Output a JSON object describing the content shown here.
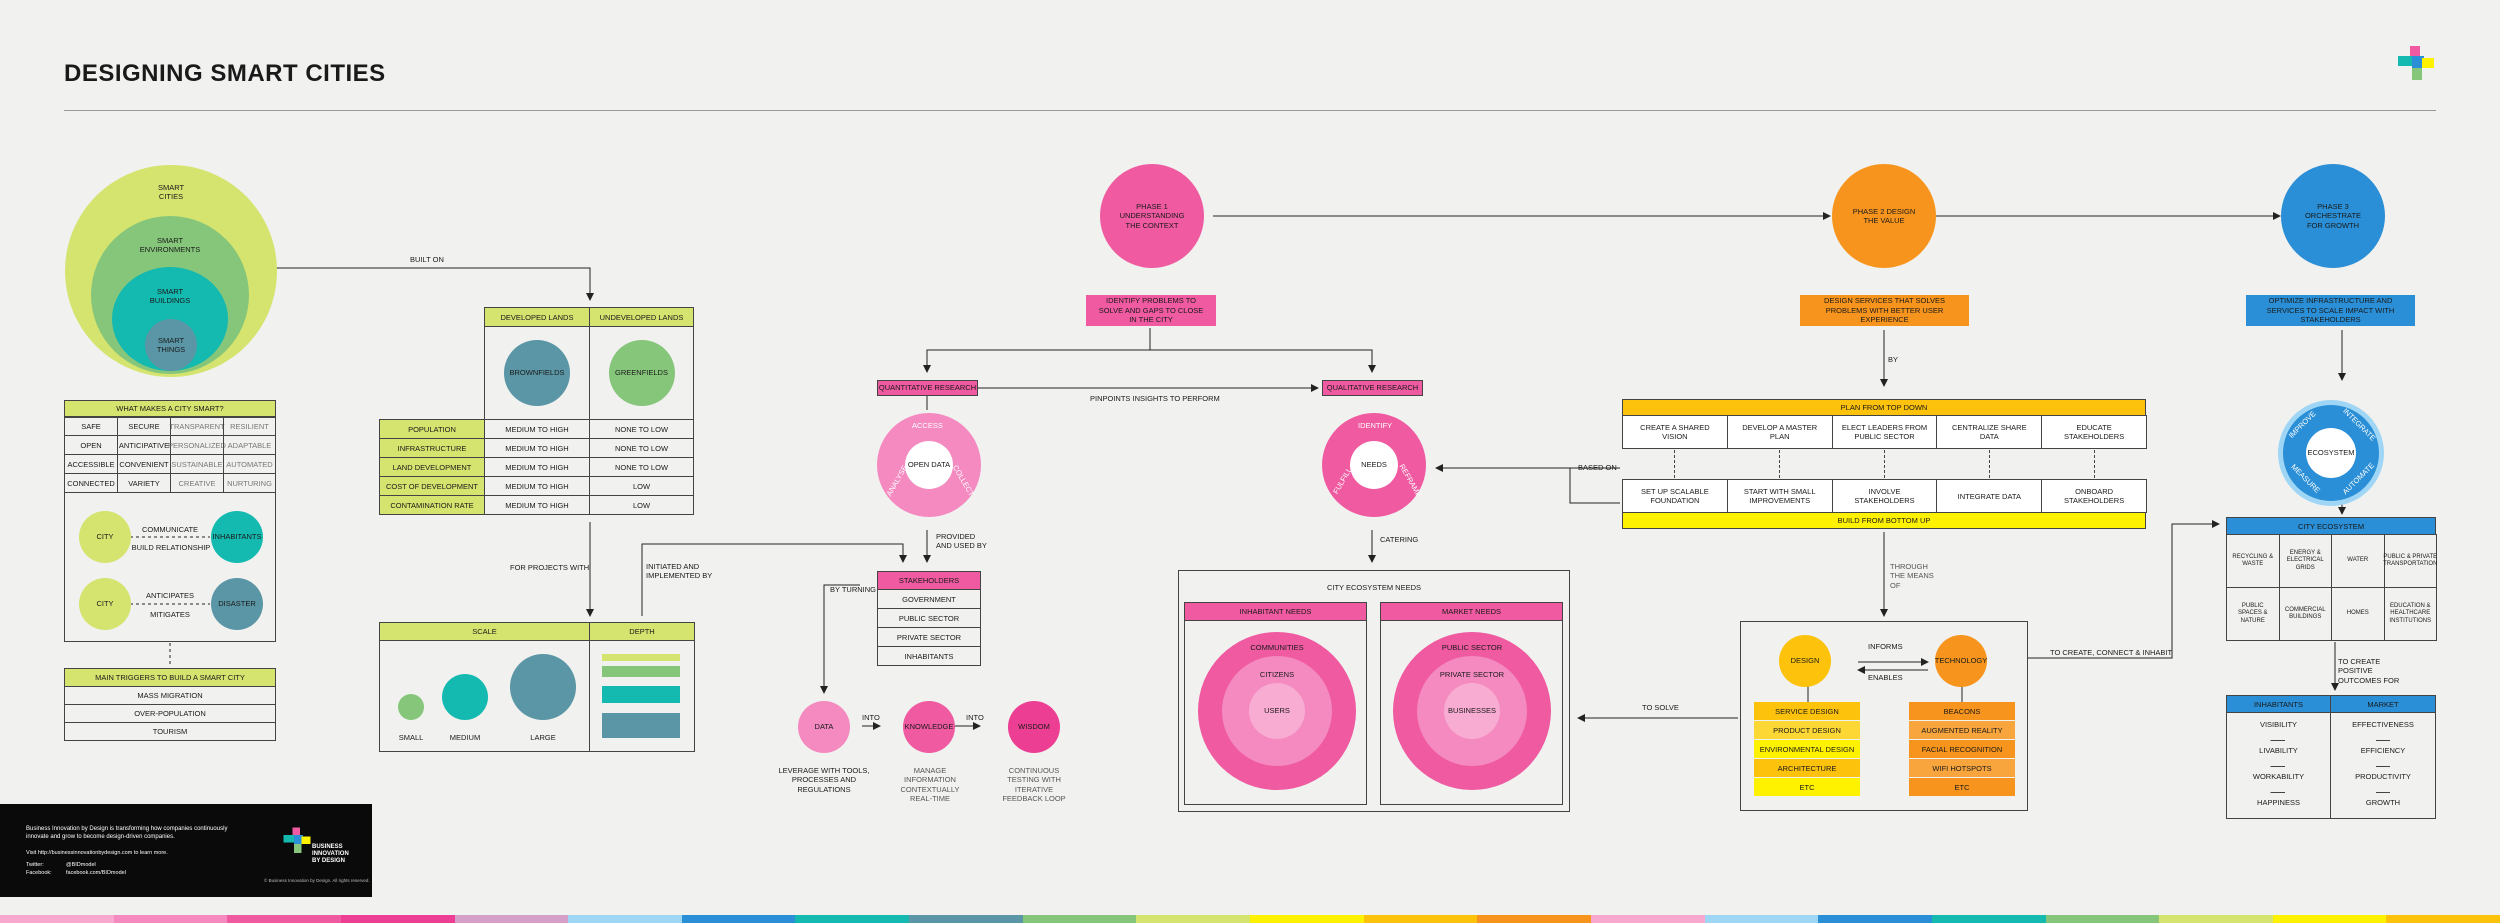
{
  "title": "DESIGNING SMART CITIES",
  "colors": {
    "lime": "#d5e46f",
    "green": "#86c67a",
    "teal": "#14b9b0",
    "slate": "#5a96a6",
    "pink": "#ef5aa1",
    "orange": "#f7941d",
    "blue": "#2a8fd6",
    "yellow": "#fff200",
    "gold": "#fcc20c"
  },
  "nested": {
    "l1": "SMART CITIES",
    "l2": "SMART ENVIRONMENTS",
    "l3": "SMART BUILDINGS",
    "l4": "SMART THINGS"
  },
  "built_on": "BUILT ON",
  "what_makes": {
    "title": "WHAT MAKES A CITY SMART?",
    "rows": [
      [
        "SAFE",
        "SECURE",
        "TRANSPARENT",
        "RESILIENT"
      ],
      [
        "OPEN",
        "ANTICIPATIVE",
        "PERSONALIZED",
        "ADAPTABLE"
      ],
      [
        "ACCESSIBLE",
        "CONVENIENT",
        "SUSTAINABLE",
        "AUTOMATED"
      ],
      [
        "CONNECTED",
        "VARIETY",
        "CREATIVE",
        "NURTURING"
      ]
    ]
  },
  "city_rel": {
    "city": "CITY",
    "communicate": "COMMUNICATE",
    "build": "BUILD RELATIONSHIP",
    "inhabitants": "INHABITANTS",
    "anticipates": "ANTICIPATES",
    "mitigates": "MITIGATES",
    "disaster": "DISASTER"
  },
  "triggers": {
    "title": "MAIN TRIGGERS TO BUILD A SMART CITY",
    "items": [
      "MASS MIGRATION",
      "OVER-POPULATION",
      "TOURISM"
    ]
  },
  "lands": {
    "headers": [
      "DEVELOPED LANDS",
      "UNDEVELOPED LANDS"
    ],
    "circles": [
      "BROWNFIELDS",
      "GREENFIELDS"
    ],
    "rows": [
      [
        "POPULATION",
        "MEDIUM TO HIGH",
        "NONE TO LOW"
      ],
      [
        "INFRASTRUCTURE",
        "MEDIUM TO HIGH",
        "NONE TO LOW"
      ],
      [
        "LAND DEVELOPMENT",
        "MEDIUM TO HIGH",
        "NONE TO LOW"
      ],
      [
        "COST OF DEVELOPMENT",
        "MEDIUM TO HIGH",
        "LOW"
      ],
      [
        "CONTAMINATION RATE",
        "MEDIUM TO HIGH",
        "LOW"
      ]
    ]
  },
  "for_projects": "FOR PROJECTS WITH",
  "initiated": "INITIATED AND IMPLEMENTED BY",
  "scale": {
    "header": "SCALE",
    "depth": "DEPTH",
    "sizes": [
      "SMALL",
      "MEDIUM",
      "LARGE"
    ]
  },
  "phase1": {
    "title": "PHASE 1 UNDERSTANDING THE CONTEXT",
    "desc": "IDENTIFY PROBLEMS TO SOLVE AND GAPS TO CLOSE IN THE CITY"
  },
  "phase2": {
    "title": "PHASE 2 DESIGN THE VALUE",
    "desc": "DESIGN SERVICES THAT SOLVES PROBLEMS WITH BETTER USER EXPERIENCE"
  },
  "phase3": {
    "title": "PHASE 3 ORCHESTRATE FOR GROWTH",
    "desc": "OPTIMIZE INFRASTRUCTURE AND SERVICES TO SCALE IMPACT WITH STAKEHOLDERS"
  },
  "quant": {
    "label": "QUANTITATIVE RESEARCH",
    "center": "OPEN DATA",
    "ring": [
      "ACCESS",
      "COLLECT",
      "ANALYSE"
    ],
    "provided": "PROVIDED AND USED BY"
  },
  "qual": {
    "label": "QUALITATIVE RESEARCH",
    "center": "NEEDS",
    "ring": [
      "IDENTIFY",
      "REFRAME",
      "FULFILL"
    ],
    "catering": "CATERING"
  },
  "pinpoints": "PINPOINTS INSIGHTS TO PERFORM",
  "stakeholders": {
    "title": "STAKEHOLDERS",
    "items": [
      "GOVERNMENT",
      "PUBLIC SECTOR",
      "PRIVATE SECTOR",
      "INHABITANTS"
    ]
  },
  "by_turning": "BY TURNING",
  "dkw": {
    "data": "DATA",
    "into1": "INTO",
    "knowledge": "KNOWLEDGE",
    "into2": "INTO",
    "wisdom": "WISDOM",
    "d_desc": "LEVERAGE WITH TOOLS, PROCESSES AND REGULATIONS",
    "k_desc": "MANAGE INFORMATION CONTEXTUALLY REAL-TIME",
    "w_desc": "CONTINUOUS TESTING WITH ITERATIVE FEEDBACK LOOP"
  },
  "ecosystem_needs": {
    "title": "CITY ECOSYSTEM NEEDS",
    "inh": "INHABITANT NEEDS",
    "mkt": "MARKET NEEDS",
    "inh_rings": [
      "COMMUNITIES",
      "CITIZENS",
      "USERS"
    ],
    "mkt_rings": [
      "PUBLIC SECTOR",
      "PRIVATE SECTOR",
      "BUSINESSES"
    ]
  },
  "by": "BY",
  "plan": {
    "top": "PLAN FROM TOP DOWN",
    "top_items": [
      "CREATE A SHARED VISION",
      "DEVELOP A MASTER PLAN",
      "ELECT LEADERS FROM PUBLIC SECTOR",
      "CENTRALIZE SHARE DATA",
      "EDUCATE STAKEHOLDERS"
    ],
    "bottom_items": [
      "SET UP SCALABLE FOUNDATION",
      "START WITH SMALL IMPROVEMENTS",
      "INVOLVE STAKEHOLDERS",
      "INTEGRATE DATA",
      "ONBOARD STAKEHOLDERS"
    ],
    "bottom": "BUILD FROM BOTTOM UP",
    "based_on": "BASED ON"
  },
  "through": "THROUGH THE MEANS OF",
  "dt": {
    "design": "DESIGN",
    "tech": "TECHNOLOGY",
    "informs": "INFORMS",
    "enables": "ENABLES",
    "design_items": [
      "SERVICE DESIGN",
      "PRODUCT DESIGN",
      "ENVIRONMENTAL DESIGN",
      "ARCHITECTURE",
      "ETC"
    ],
    "tech_items": [
      "BEACONS",
      "AUGMENTED REALITY",
      "FACIAL RECOGNITION",
      "WIFI HOTSPOTS",
      "ETC"
    ]
  },
  "to_solve": "TO SOLVE",
  "to_create": "TO CREATE, CONNECT & INHABIT",
  "ecosystem": {
    "center": "ECOSYSTEM",
    "ring": [
      "IMPROVE",
      "INTEGRATE",
      "AUTOMATE",
      "MEASURE"
    ]
  },
  "city_eco": {
    "title": "CITY ECOSYSTEM",
    "cells": [
      "RECYCLING & WASTE",
      "ENERGY & ELECTRICAL GRIDS",
      "WATER",
      "PUBLIC & PRIVATE TRANSPORTATION",
      "PUBLIC SPACES & NATURE",
      "COMMERCIAL BUILDINGS",
      "HOMES",
      "EDUCATION & HEALTHCARE INSTITUTIONS"
    ],
    "to_create": "TO CREATE POSITIVE OUTCOMES FOR"
  },
  "outcomes": {
    "headers": [
      "INHABITANTS",
      "MARKET"
    ],
    "rows": [
      [
        "VISIBILITY",
        "EFFECTIVENESS"
      ],
      [
        "LIVABILITY",
        "EFFICIENCY"
      ],
      [
        "WORKABILITY",
        "PRODUCTIVITY"
      ],
      [
        "HAPPINESS",
        "GROWTH"
      ]
    ]
  },
  "footer": {
    "line1": "Business Innovation by Design is transforming how companies continuously innovate and grow to become design-driven companies.",
    "line2": "Visit http://businessinnovationbydesign.com to learn more.",
    "twitter_label": "Twitter:",
    "twitter": "@BIDmodel",
    "facebook_label": "Facebook:",
    "facebook": "facebook.com/BIDmodel",
    "brand": "BUSINESS INNOVATION BY DESIGN",
    "copyright": "© Business Innovation by Design. All rights reserved."
  }
}
